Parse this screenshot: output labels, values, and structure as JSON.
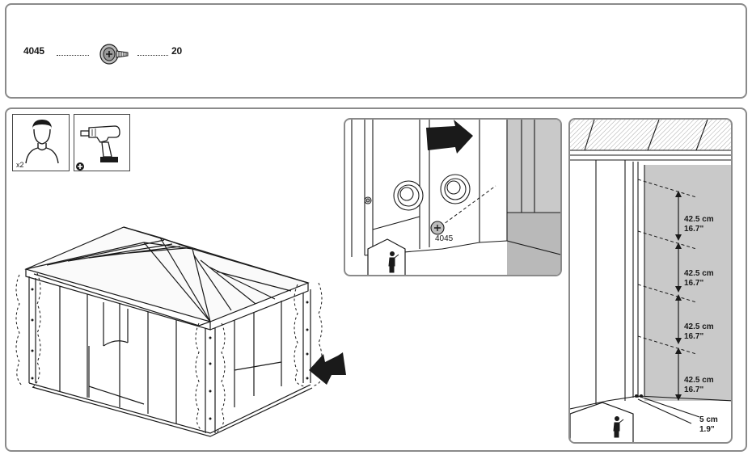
{
  "parts": {
    "part_number": "4045",
    "quantity": "20",
    "part_icon": "screw-icon"
  },
  "requirements": {
    "person_count": "x2",
    "person_icon": "person-icon",
    "tool_icon": "drill-icon",
    "tool_badge": "plus-icon"
  },
  "detail_a": {
    "screw_label": "4045",
    "direction_icon": "arrow-right-icon",
    "view_icon": "viewer-icon"
  },
  "detail_b": {
    "measurements": [
      {
        "cm": "42.5 cm",
        "in": "16.7\""
      },
      {
        "cm": "42.5 cm",
        "in": "16.7\""
      },
      {
        "cm": "42.5 cm",
        "in": "16.7\""
      },
      {
        "cm": "42.5 cm",
        "in": "16.7\""
      }
    ],
    "bottom_cm": "5 cm",
    "bottom_in": "1.9\"",
    "view_icon": "viewer-icon"
  },
  "colors": {
    "panel_border": "#8a8a8a",
    "wall_gray": "#c9c9c9",
    "line": "#1a1a1a"
  }
}
